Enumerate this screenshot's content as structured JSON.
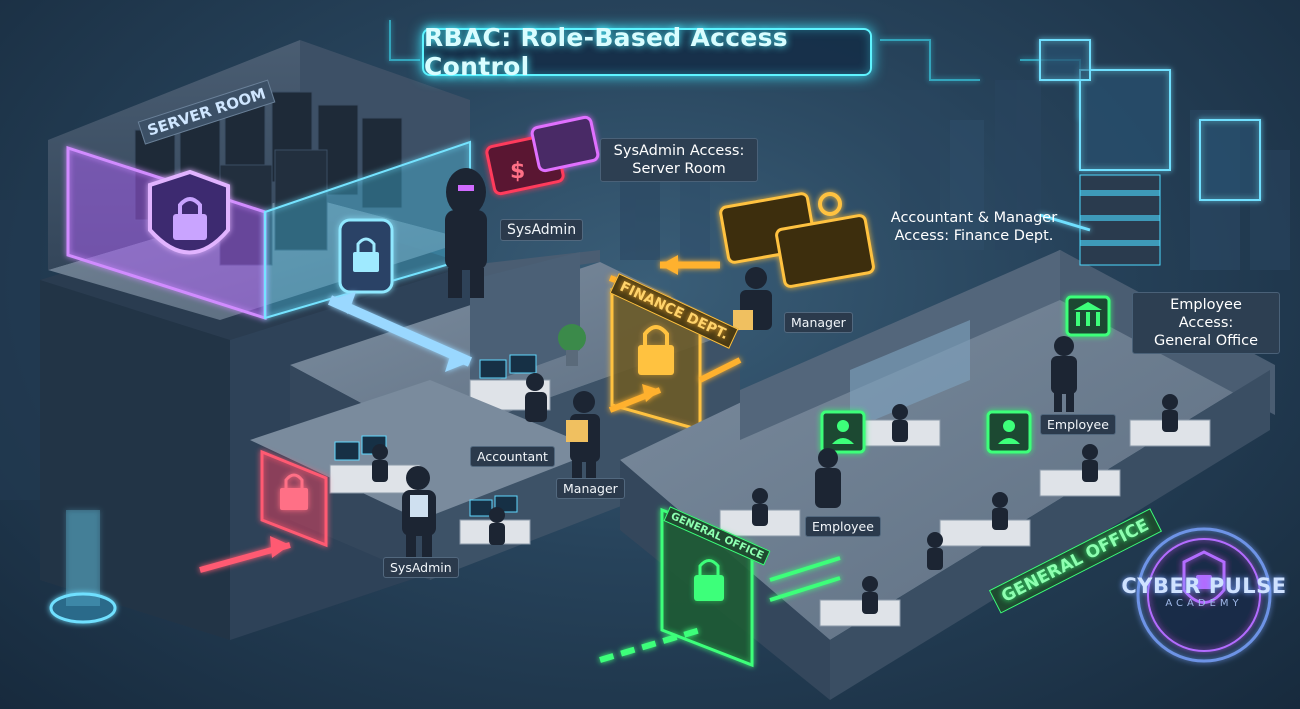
{
  "title": "RBAC: Role-Based Access Control",
  "rooms": {
    "server_room": "SERVER ROOM",
    "finance": "FINANCE DEPT.",
    "general_office_door": "GENERAL OFFICE",
    "general_office_floor": "GENERAL OFFICE"
  },
  "callouts": {
    "sysadmin": [
      "SysAdmin Access:",
      "Server Room"
    ],
    "finance": [
      "Accountant & Manager",
      "Access: Finance Dept."
    ],
    "employee": [
      "Employee Access:",
      "General Office"
    ]
  },
  "roles": {
    "sysadmin_top": "SysAdmin",
    "manager_top": "Manager",
    "accountant": "Accountant",
    "manager_bottom": "Manager",
    "sysadmin_bottom": "SysAdmin",
    "employee_right": "Employee",
    "employee_center": "Employee"
  },
  "brand": {
    "name": "CYBER PULSE",
    "sub": "ACADEMY"
  },
  "colors": {
    "server": "#b45cff",
    "finance": "#ffb12e",
    "office": "#3cff7a",
    "accent": "#3ee8ff",
    "denied": "#ff3b5c"
  }
}
